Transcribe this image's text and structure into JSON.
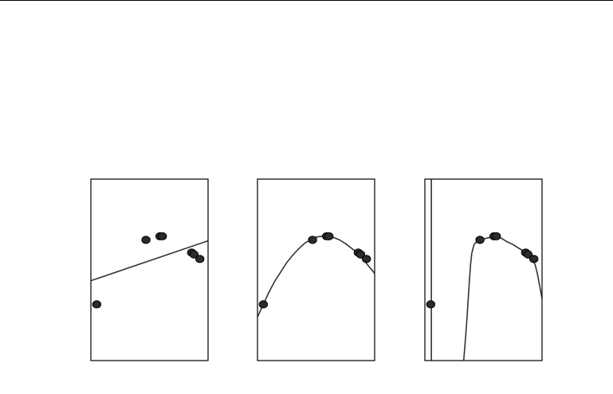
{
  "colors": {
    "frame": "#111111",
    "curve": "#333333",
    "point_fill": "#2b2b2b",
    "point_stroke": "#000000"
  },
  "chart_data": [
    {
      "type": "scatter",
      "fit": "linear",
      "xlim": [
        0,
        1
      ],
      "ylim": [
        0,
        1
      ],
      "grid": false,
      "points": [
        {
          "x": 0.05,
          "y": 0.31
        },
        {
          "x": 0.47,
          "y": 0.665
        },
        {
          "x": 0.59,
          "y": 0.685
        },
        {
          "x": 0.61,
          "y": 0.685
        },
        {
          "x": 0.86,
          "y": 0.595
        },
        {
          "x": 0.88,
          "y": 0.585
        },
        {
          "x": 0.93,
          "y": 0.56
        }
      ],
      "line": {
        "intercept": 0.44,
        "slope": 0.22
      }
    },
    {
      "type": "scatter",
      "fit": "polynomial-deg2",
      "xlim": [
        0,
        1
      ],
      "ylim": [
        0,
        1
      ],
      "grid": false,
      "points": [
        {
          "x": 0.05,
          "y": 0.31
        },
        {
          "x": 0.47,
          "y": 0.665
        },
        {
          "x": 0.59,
          "y": 0.685
        },
        {
          "x": 0.61,
          "y": 0.685
        },
        {
          "x": 0.86,
          "y": 0.595
        },
        {
          "x": 0.88,
          "y": 0.585
        },
        {
          "x": 0.93,
          "y": 0.56
        }
      ],
      "curve": [
        [
          0.0,
          0.24
        ],
        [
          0.05,
          0.31
        ],
        [
          0.1,
          0.38
        ],
        [
          0.15,
          0.44
        ],
        [
          0.2,
          0.49
        ],
        [
          0.25,
          0.54
        ],
        [
          0.3,
          0.58
        ],
        [
          0.35,
          0.615
        ],
        [
          0.4,
          0.645
        ],
        [
          0.45,
          0.665
        ],
        [
          0.5,
          0.68
        ],
        [
          0.55,
          0.685
        ],
        [
          0.6,
          0.685
        ],
        [
          0.65,
          0.678
        ],
        [
          0.7,
          0.665
        ],
        [
          0.75,
          0.645
        ],
        [
          0.8,
          0.62
        ],
        [
          0.85,
          0.595
        ],
        [
          0.9,
          0.56
        ],
        [
          0.95,
          0.52
        ],
        [
          1.0,
          0.48
        ]
      ]
    },
    {
      "type": "scatter",
      "fit": "polynomial-high-degree",
      "xlim": [
        0,
        1
      ],
      "ylim": [
        0,
        1
      ],
      "grid": false,
      "points": [
        {
          "x": 0.05,
          "y": 0.31
        },
        {
          "x": 0.47,
          "y": 0.665
        },
        {
          "x": 0.59,
          "y": 0.685
        },
        {
          "x": 0.61,
          "y": 0.685
        },
        {
          "x": 0.86,
          "y": 0.595
        },
        {
          "x": 0.88,
          "y": 0.585
        },
        {
          "x": 0.93,
          "y": 0.56
        }
      ],
      "vertical_line_x": 0.055,
      "curve": [
        [
          0.33,
          -0.01
        ],
        [
          0.34,
          0.07
        ],
        [
          0.35,
          0.15
        ],
        [
          0.36,
          0.24
        ],
        [
          0.37,
          0.34
        ],
        [
          0.38,
          0.44
        ],
        [
          0.39,
          0.53
        ],
        [
          0.4,
          0.59
        ],
        [
          0.42,
          0.64
        ],
        [
          0.45,
          0.66
        ],
        [
          0.5,
          0.67
        ],
        [
          0.55,
          0.678
        ],
        [
          0.6,
          0.685
        ],
        [
          0.65,
          0.675
        ],
        [
          0.7,
          0.655
        ],
        [
          0.75,
          0.64
        ],
        [
          0.8,
          0.62
        ],
        [
          0.85,
          0.6
        ],
        [
          0.88,
          0.585
        ],
        [
          0.91,
          0.565
        ],
        [
          0.94,
          0.53
        ],
        [
          0.96,
          0.48
        ],
        [
          0.98,
          0.41
        ],
        [
          1.0,
          0.34
        ]
      ]
    }
  ]
}
